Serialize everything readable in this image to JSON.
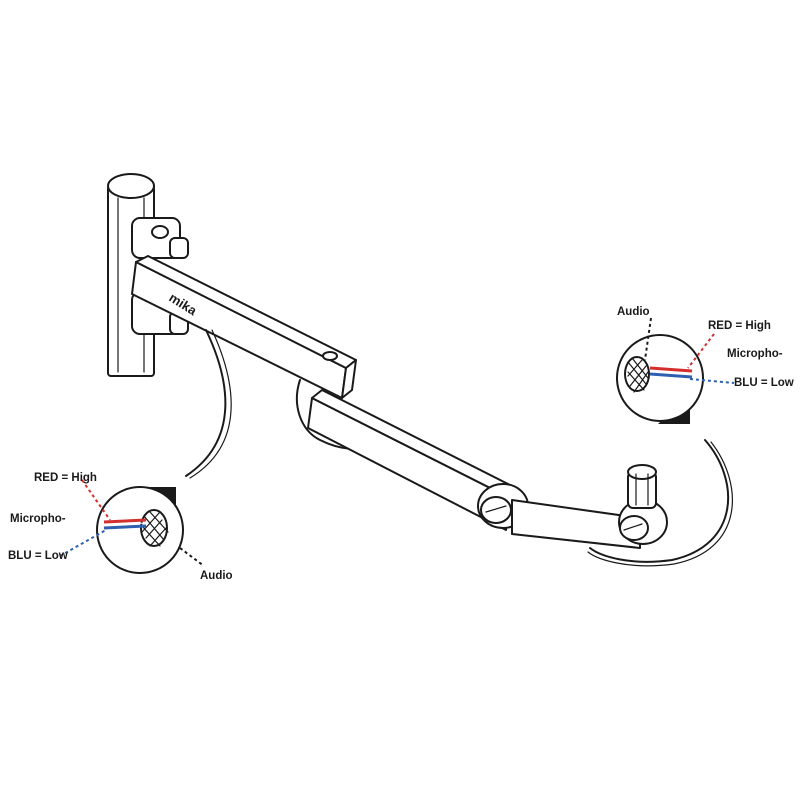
{
  "diagram": {
    "brand_text": "mika",
    "left_callout": {
      "red_label": "RED = High",
      "mic_label": "Micropho-",
      "blue_label": "BLU = Low",
      "audio_label": "Audio"
    },
    "right_callout": {
      "audio_label": "Audio",
      "red_label": "RED = High",
      "mic_label": "Micropho-",
      "blue_label": "BLU = Low"
    },
    "colors": {
      "line": "#1a1a1a",
      "red_wire": "#d32f2f",
      "blue_wire": "#2e5fb0",
      "dashed_black": "#1a1a1a"
    }
  }
}
